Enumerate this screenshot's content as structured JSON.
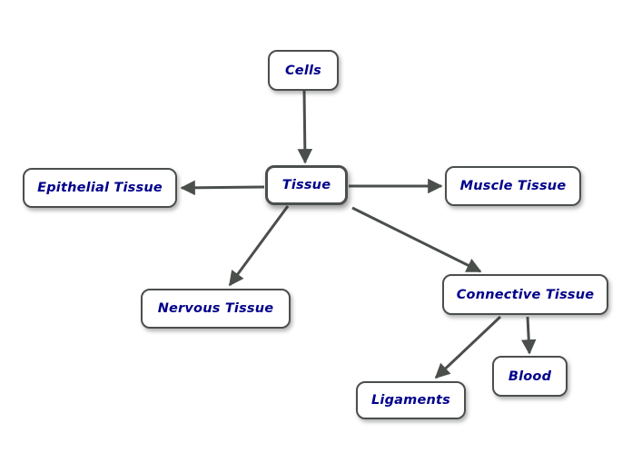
{
  "diagram": {
    "background_color": "#ffffff",
    "node_fill": "#ffffff",
    "node_border_color": "#4b4f4c",
    "label_color": "#00008b",
    "arrow_color": "#4b4f4c",
    "nodes": {
      "cells": {
        "label": "Cells"
      },
      "tissue": {
        "label": "Tissue"
      },
      "epithelial": {
        "label": "Epithelial Tissue"
      },
      "muscle": {
        "label": "Muscle Tissue"
      },
      "nervous": {
        "label": "Nervous Tissue"
      },
      "connective": {
        "label": "Connective Tissue"
      },
      "ligaments": {
        "label": "Ligaments"
      },
      "blood": {
        "label": "Blood"
      }
    },
    "edges": [
      {
        "from": "Cells",
        "to": "Tissue"
      },
      {
        "from": "Tissue",
        "to": "Epithelial Tissue"
      },
      {
        "from": "Tissue",
        "to": "Muscle Tissue"
      },
      {
        "from": "Tissue",
        "to": "Nervous Tissue"
      },
      {
        "from": "Tissue",
        "to": "Connective Tissue"
      },
      {
        "from": "Connective Tissue",
        "to": "Ligaments"
      },
      {
        "from": "Connective Tissue",
        "to": "Blood"
      }
    ]
  }
}
